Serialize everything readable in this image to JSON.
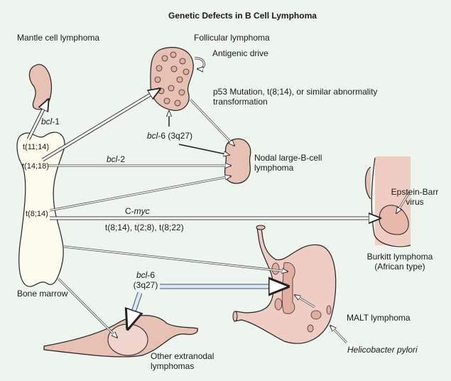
{
  "title": "Genetic Defects in B Cell Lymphoma",
  "colors": {
    "background": "#eef5ef",
    "lymph_node": "#e8c1b5",
    "bone": "#fefcec",
    "outline": "#1a1a1a",
    "highlight_arrow": "#d9e8f5"
  },
  "labels": {
    "mantle": "Mantle cell lymphoma",
    "follicular": "Follicular lymphoma",
    "antigenic": "Antigenic drive",
    "p53_line1": "p53 Mutation, t(8;14), or similar abnormality",
    "p53_line2": "transformation",
    "bcl1_gene": "bcl",
    "bcl1_suffix": "-1",
    "bcl6_gene": "bcl",
    "bcl6_suffix": "-6 (3q27)",
    "bcl2_gene": "bcl",
    "bcl2_suffix": "-2",
    "nodal_line1": "Nodal large-B-cell",
    "nodal_line2": "lymphoma",
    "t11_14": "t(11;14)",
    "t14_18": "t(14;18)",
    "t8_14": "t(8;14)",
    "cmyc_prefix": "C-",
    "cmyc_gene": "myc",
    "translocations": "t(8;14), t(2;8), t(8;22)",
    "ebv_line1": "Epstein-Barr",
    "ebv_line2": "virus",
    "burkitt_line1": "Burkitt lymphoma",
    "burkitt_line2": "(African type)",
    "bone_marrow": "Bone marrow",
    "bcl6b_gene": "bcl",
    "bcl6b_suffix": "-6",
    "bcl6b_loc": "(3q27)",
    "malt": "MALT lymphoma",
    "hpylori": "Helicobacter pylori",
    "extranodal_line1": "Other extranodal",
    "extranodal_line2": "lymphomas"
  }
}
